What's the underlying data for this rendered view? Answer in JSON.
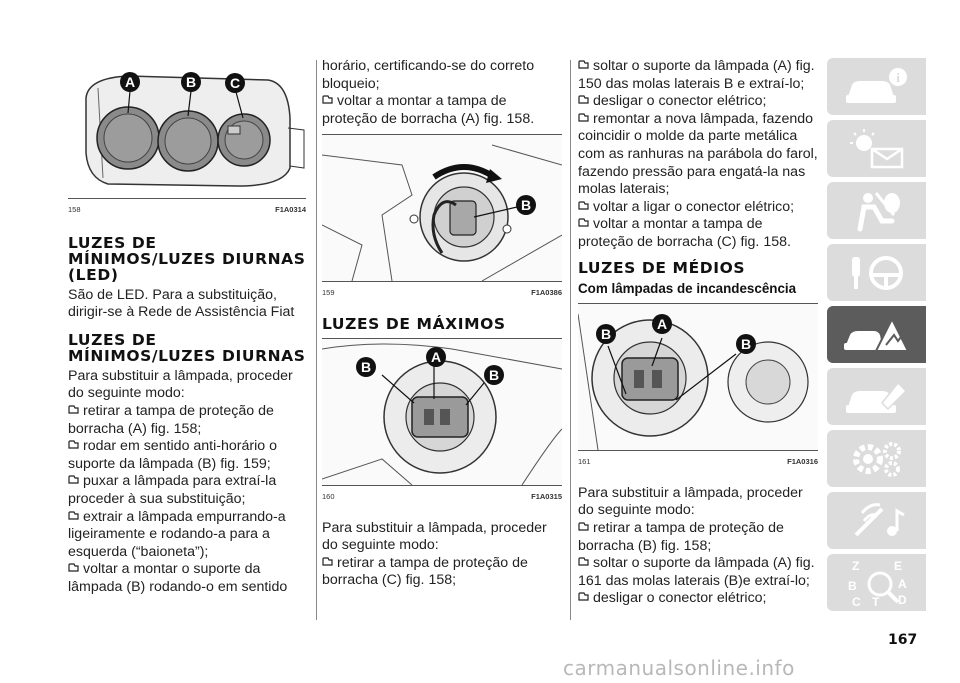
{
  "col1": {
    "fig158": {
      "num": "158",
      "code": "F1A0314",
      "letters": [
        "A",
        "B",
        "C"
      ]
    },
    "h_led1": "LUZES DE MÍNIMOS/LUZES DIURNAS (LED)",
    "p_led1": "São de LED. Para a substituição, dirigir-se à Rede de Assistência Fiat",
    "h_led2": "LUZES DE MÍNIMOS/LUZES DIURNAS",
    "p_intro": "Para substituir a lâmpada, proceder do seguinte modo:",
    "bullets": [
      "retirar a tampa de proteção de borracha (A) fig. 158;",
      "rodar em sentido anti-horário o suporte da lâmpada (B) fig. 159;",
      "puxar a lâmpada para extraí-la proceder à sua substituição;",
      "extrair a lâmpada empurrando-a ligeiramente e rodando-a para a esquerda (“baioneta”);",
      "voltar a montar o suporte da lâmpada (B) rodando-o em sentido"
    ]
  },
  "col2": {
    "cont": "horário, certificando-se do correto bloqueio;",
    "bullet_top": "voltar a montar a tampa de proteção de borracha (A) fig. 158.",
    "fig159": {
      "num": "159",
      "code": "F1A0386",
      "letters": [
        "B"
      ]
    },
    "h_max": "LUZES DE MÁXIMOS",
    "fig160": {
      "num": "160",
      "code": "F1A0315",
      "letters": [
        "B",
        "A",
        "B"
      ]
    },
    "p_intro": "Para substituir a lâmpada, proceder do seguinte modo:",
    "bullets": [
      "retirar a tampa de proteção de borracha (C) fig. 158;"
    ]
  },
  "col3": {
    "bullets_top": [
      "soltar o suporte da lâmpada (A) fig. 150 das molas laterais B e extraí-lo;",
      "desligar o conector elétrico;",
      "remontar a nova lâmpada, fazendo coincidir o molde da parte metálica com as ranhuras na parábola do farol, fazendo pressão para engatá-la nas molas laterais;",
      "voltar a ligar o conector elétrico;",
      "voltar a montar a tampa de proteção de borracha (C) fig. 158."
    ],
    "h_med": "LUZES DE MÉDIOS",
    "sub_med": "Com lâmpadas de incandescência",
    "fig161": {
      "num": "161",
      "code": "F1A0316",
      "letters": [
        "B",
        "A",
        "B"
      ]
    },
    "p_intro": "Para substituir a lâmpada, proceder do seguinte modo:",
    "bullets": [
      "retirar a tampa de proteção de borracha (B) fig. 158;",
      "soltar o suporte da lâmpada (A) fig. 161 das molas laterais (B)e extraí-lo;",
      "desligar o conector elétrico;"
    ]
  },
  "sidebar": {
    "tabs": [
      "car-info-icon",
      "warning-lights-icon",
      "safety-airbag-icon",
      "driving-controls-icon",
      "emergency-icon",
      "maintenance-icon",
      "technical-data-icon",
      "multimedia-icon",
      "index-icon"
    ],
    "active_index": 4,
    "index_letters": [
      "Z",
      "E",
      "B",
      "A",
      "C",
      "T",
      "D"
    ]
  },
  "page_number": "167",
  "watermark": "carmanualsonline.info"
}
